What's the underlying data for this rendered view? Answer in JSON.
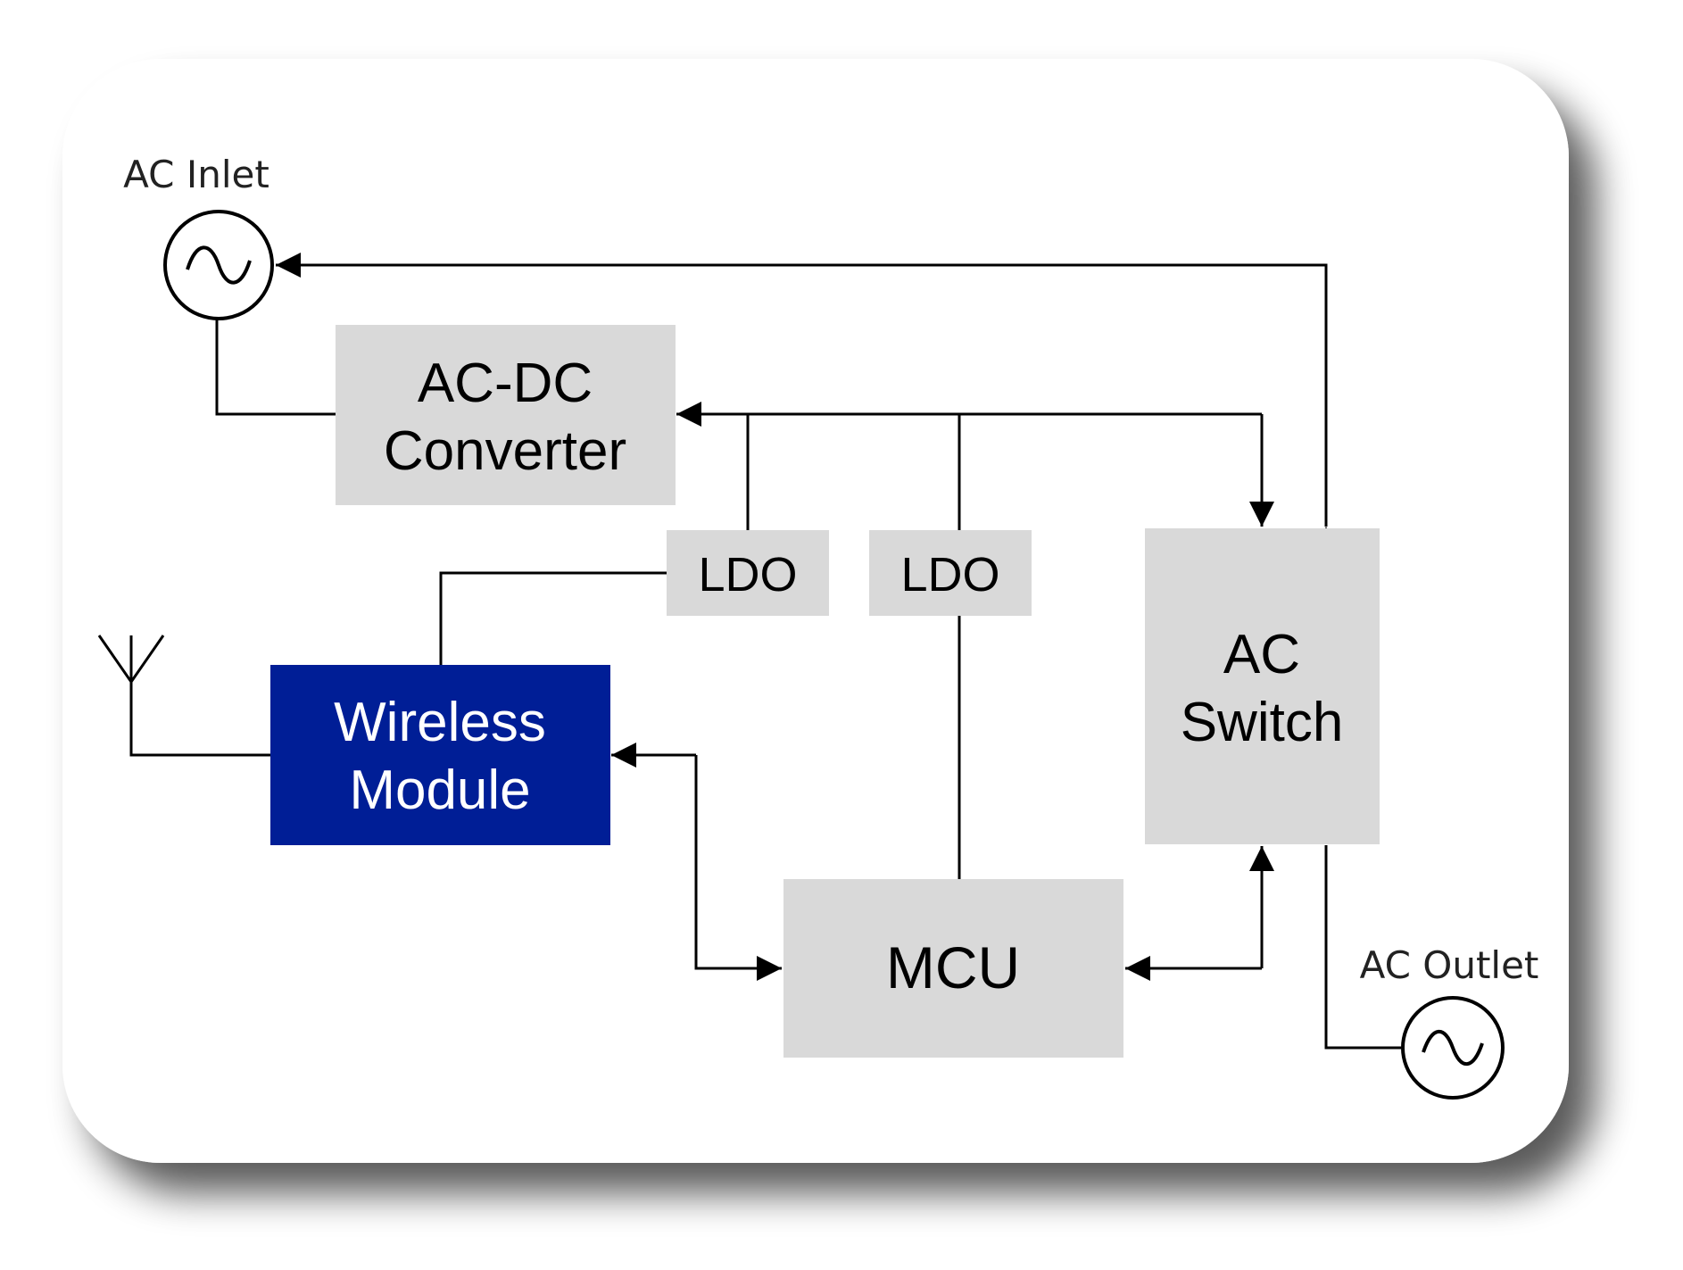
{
  "blocks": {
    "ac_dc": {
      "line1": "AC-DC",
      "line2": "Converter"
    },
    "ldo_left": {
      "label": "LDO"
    },
    "ldo_right": {
      "label": "LDO"
    },
    "ac_switch": {
      "line1": "AC",
      "line2": "Switch"
    },
    "wireless": {
      "line1": "Wireless",
      "line2": "Module"
    },
    "mcu": {
      "label": "MCU"
    }
  },
  "ports": {
    "ac_inlet": "AC Inlet",
    "ac_outlet": "AC Outlet"
  },
  "colors": {
    "block_fill": "#d9d9d9",
    "wireless_fill": "#001e96",
    "wireless_text": "#ffffff",
    "line": "#000000",
    "card": "#ffffff"
  }
}
